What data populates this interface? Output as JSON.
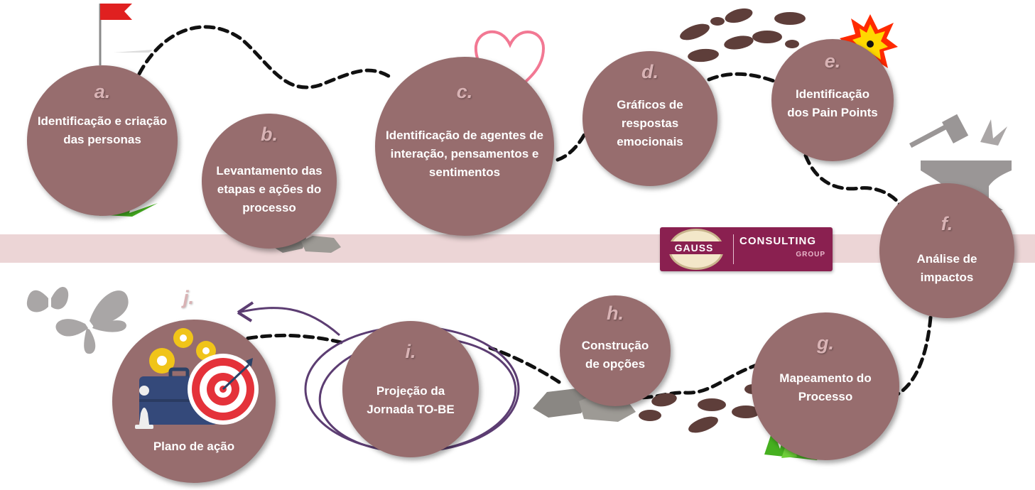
{
  "steps": [
    {
      "id": "a",
      "letter": "a.",
      "label": "Identificação e criação das personas"
    },
    {
      "id": "b",
      "letter": "b.",
      "label": "Levantamento das etapas e ações do processo"
    },
    {
      "id": "c",
      "letter": "c.",
      "label": "Identificação de agentes de interação, pensamentos e sentimentos"
    },
    {
      "id": "d",
      "letter": "d.",
      "label": "Gráficos de respostas emocionais"
    },
    {
      "id": "e",
      "letter": "e.",
      "label": "Identificação dos Pain Points"
    },
    {
      "id": "f",
      "letter": "f.",
      "label": "Análise de impactos"
    },
    {
      "id": "g",
      "letter": "g.",
      "label": "Mapeamento do Processo"
    },
    {
      "id": "h",
      "letter": "h.",
      "label": "Construção de opções"
    },
    {
      "id": "i",
      "letter": "i.",
      "label": "Projeção da Jornada TO-BE"
    },
    {
      "id": "j",
      "letter": "j.",
      "label": "Plano de ação"
    }
  ],
  "logo": {
    "emblem_text": "GAUSS",
    "brand": "CONSULTING",
    "sub": "GROUP"
  },
  "colors": {
    "circle": "#976d6e",
    "letter": "#d9b3b5",
    "band": "#ecd5d6",
    "logo": "#8a2050",
    "arrow": "#5c3d72",
    "path": "#111111"
  },
  "icons": [
    "flag-icon",
    "grass-icon",
    "stones-icon",
    "heart-icon",
    "footprints-icon",
    "explosion-icon",
    "anvil-hammer-icon",
    "butterflies-icon",
    "gears-briefcase-target-icon"
  ]
}
